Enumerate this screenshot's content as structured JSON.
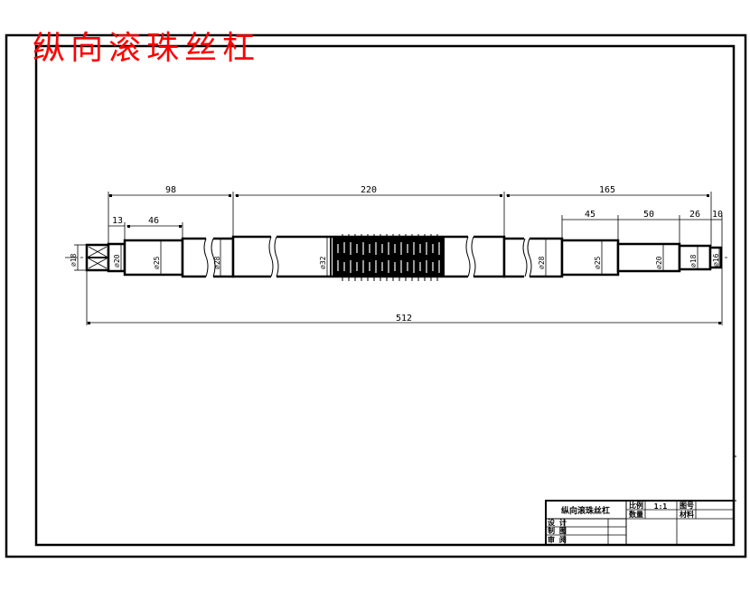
{
  "drawing": {
    "title": "纵向滚珠丝杠",
    "title_color": "#ff0000",
    "line_color": "#000000",
    "background": "#ffffff"
  },
  "dimensions": {
    "top_left_span": "98",
    "top_middle_span": "220",
    "top_right_span": "165",
    "seg_13": "13",
    "seg_46": "46",
    "seg_45": "45",
    "seg_50": "50",
    "seg_26": "26",
    "seg_10": "10",
    "overall_length": "512"
  },
  "diameters": {
    "d_left_end": "⌀18",
    "d_20_left": "⌀20",
    "d_25_left": "⌀25",
    "d_28_left": "⌀28",
    "d_32_thread": "⌀32",
    "d_28_right": "⌀28",
    "d_25_right": "⌀25",
    "d_20_right": "⌀20",
    "d_18_right": "⌀18",
    "d_16_right": "⌀16"
  },
  "title_block": {
    "part_name": "纵向滚珠丝杠",
    "scale_label": "比例",
    "scale_value": "1:1",
    "quantity_label": "数量",
    "drawing_no_label": "图号",
    "material_label": "材料",
    "designer_label": "设 计",
    "drafter_label": "制 图",
    "reviewer_label": "审 阅"
  }
}
